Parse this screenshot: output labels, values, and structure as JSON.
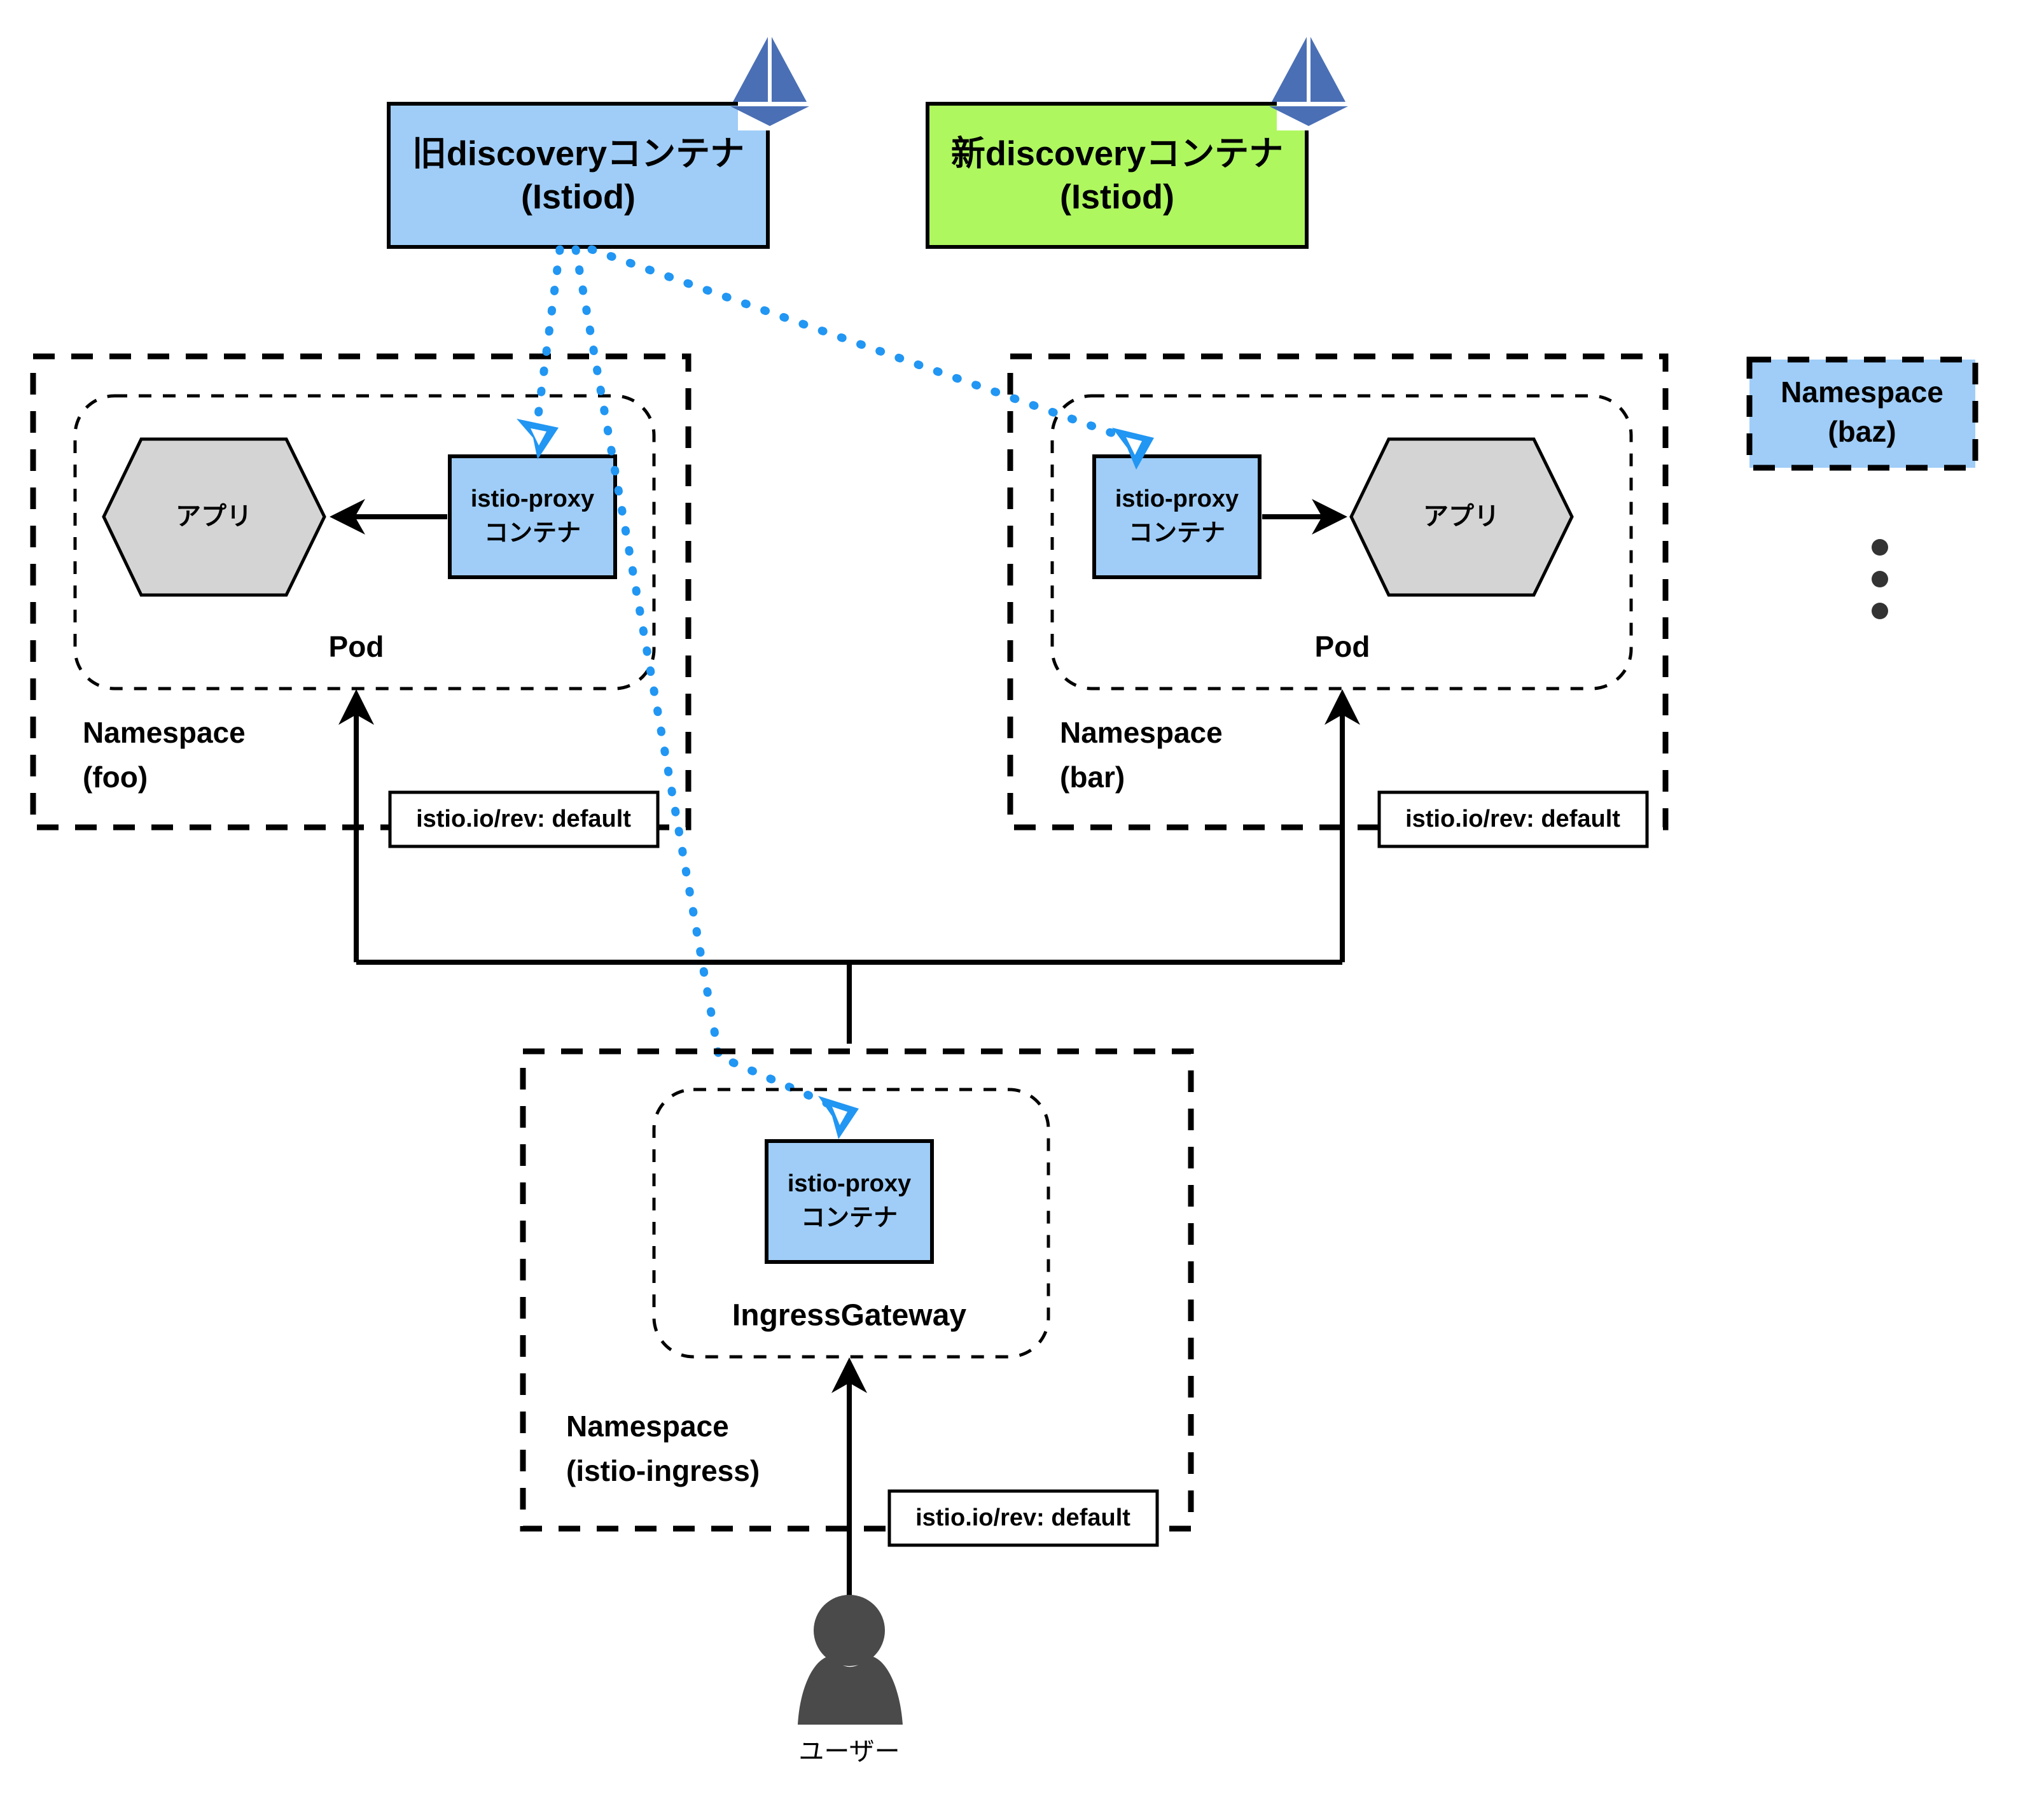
{
  "diagram": {
    "title": "Istio revision upgrade namespace diagram",
    "colors": {
      "control_plane_old": "#9FCDF7",
      "control_plane_new": "#AEF75F",
      "proxy": "#9FCDF7",
      "app": "#D4D4D4",
      "config_push": "#2196F3",
      "traffic": "#000000",
      "istio_logo": "#4A6FB5",
      "user": "#4A4A4A"
    }
  },
  "control_plane": {
    "old": {
      "line1": "旧discoveryコンテナ",
      "line2": "(Istiod)",
      "logo": "istio-sail-logo"
    },
    "new": {
      "line1": "新discoveryコンテナ",
      "line2": "(Istiod)",
      "logo": "istio-sail-logo"
    }
  },
  "namespaces": [
    {
      "id": "foo",
      "label_line1": "Namespace",
      "label_line2": "(foo)",
      "revision_label": "istio.io/rev: default",
      "pod": {
        "label": "Pod",
        "proxy_line1": "istio-proxy",
        "proxy_line2": "コンテナ",
        "app_label": "アプリ",
        "proxy_side": "right"
      }
    },
    {
      "id": "bar",
      "label_line1": "Namespace",
      "label_line2": "(bar)",
      "revision_label": "istio.io/rev: default",
      "pod": {
        "label": "Pod",
        "proxy_line1": "istio-proxy",
        "proxy_line2": "コンテナ",
        "app_label": "アプリ",
        "proxy_side": "left"
      }
    },
    {
      "id": "baz",
      "label_line1": "Namespace",
      "label_line2": "(baz)",
      "filled": true
    }
  ],
  "ingress": {
    "label_line1": "Namespace",
    "label_line2": "(istio-ingress)",
    "revision_label": "istio.io/rev: default",
    "gateway_label": "IngressGateway",
    "proxy_line1": "istio-proxy",
    "proxy_line2": "コンテナ"
  },
  "user": {
    "label": "ユーザー",
    "icon": "person-icon"
  },
  "ellipsis": {
    "dots": 3
  }
}
